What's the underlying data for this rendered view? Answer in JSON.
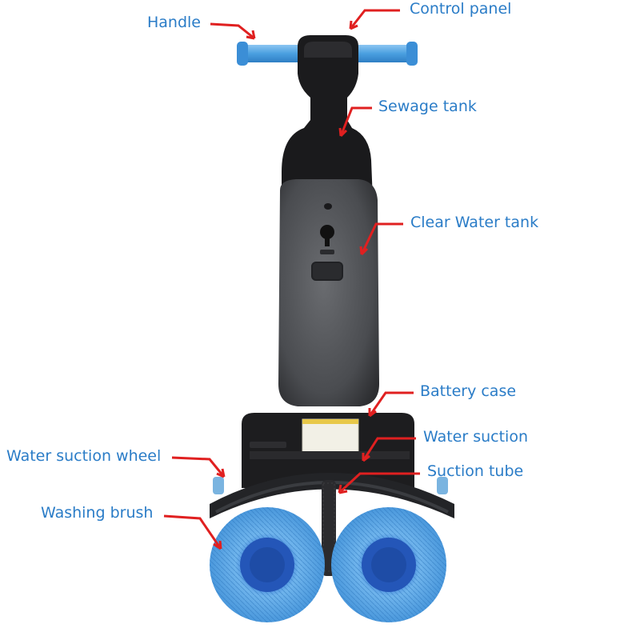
{
  "labels": {
    "handle": "Handle",
    "control_panel": "Control panel",
    "sewage_tank": "Sewage tank",
    "clear_water_tank": "Clear Water tank",
    "battery_case": "Battery case",
    "water_suction": "Water suction",
    "water_suction_wheel": "Water suction wheel",
    "suction_tube": "Suction tube",
    "washing_brush": "Washing brush"
  },
  "colors": {
    "label_text": "#2a7cc7",
    "arrow": "#e02020",
    "handle_blue": "#4a9fe0",
    "body_black": "#1a1a1c",
    "tank_gray": "#4c4e52",
    "brush_blue": "#5aa9e6",
    "brush_hub": "#1f5fbf"
  }
}
